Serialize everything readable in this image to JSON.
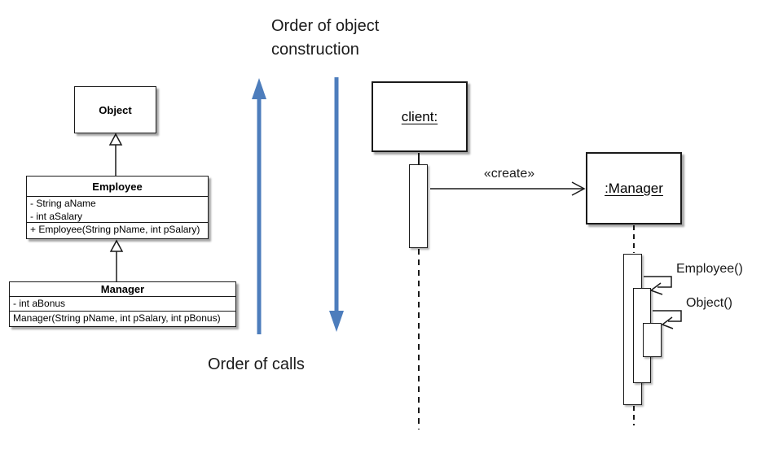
{
  "annotations": {
    "construction_label": "Order of object construction",
    "calls_label": "Order of calls"
  },
  "class_diagram": {
    "object_class": {
      "name": "Object"
    },
    "employee_class": {
      "name": "Employee",
      "attributes": [
        "- String aName",
        "- int aSalary"
      ],
      "methods": [
        "+ Employee(String pName, int pSalary)"
      ]
    },
    "manager_class": {
      "name": "Manager",
      "attributes": [
        "- int aBonus"
      ],
      "methods": [
        "Manager(String pName, int pSalary, int pBonus)"
      ]
    }
  },
  "sequence_diagram": {
    "client_lifeline": {
      "name": "client:"
    },
    "manager_lifeline": {
      "name": ":Manager"
    },
    "messages": {
      "create": "«create»",
      "employee_constructor": "Employee()",
      "object_constructor": "Object()"
    }
  },
  "colors": {
    "order_arrow_blue": "#4d7dbc",
    "line_black": "#1a1a1a"
  }
}
